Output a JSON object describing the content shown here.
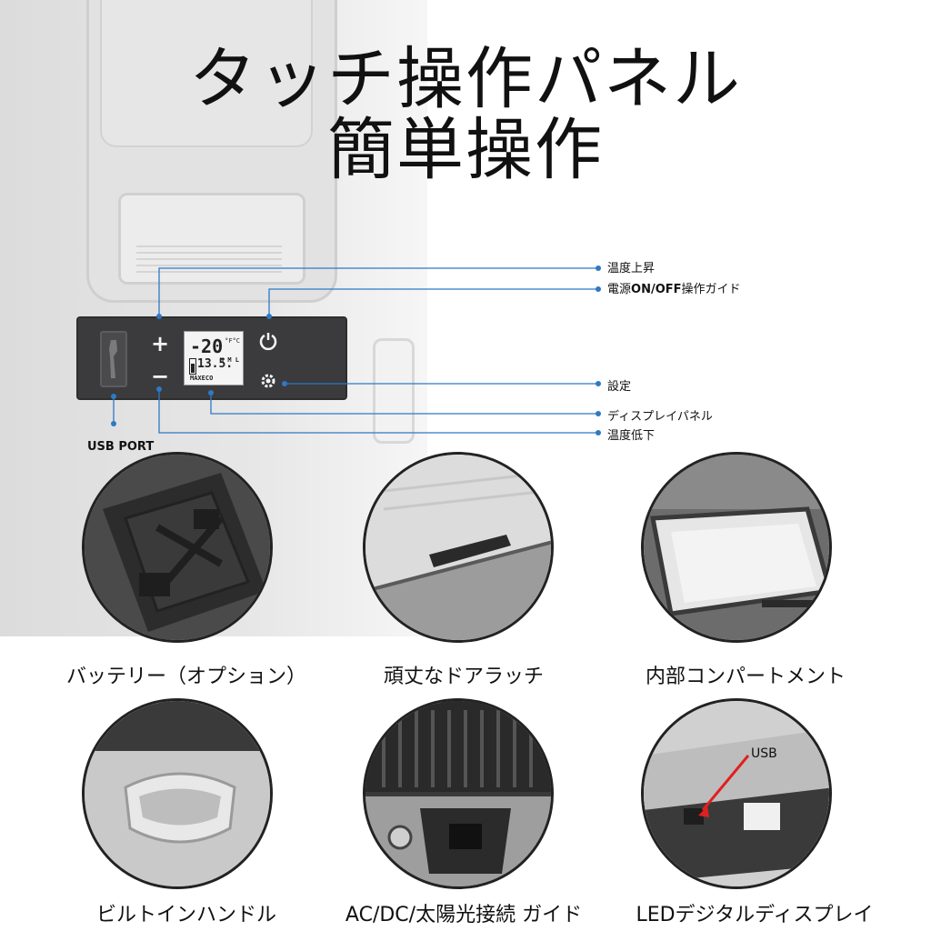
{
  "title": {
    "line1": "タッチ操作パネル",
    "line2": "簡単操作"
  },
  "panel": {
    "plus_symbol": "+",
    "minus_symbol": "−",
    "lcd_temp": "-20",
    "lcd_units": "°F°C",
    "lcd_volt": "13.5.",
    "lcd_hml": "H M L",
    "lcd_mode": "MAXECO",
    "usb_port_label": "USB PORT"
  },
  "callouts": {
    "temp_up": "温度上昇",
    "power_prefix": "電源",
    "power_bold": "ON/OFF",
    "power_suffix": "操作ガイド",
    "settings": "設定",
    "display": "ディスプレイパネル",
    "temp_down": "温度低下"
  },
  "features": [
    {
      "caption": "バッテリー（オプション）"
    },
    {
      "caption": "頑丈なドアラッチ"
    },
    {
      "caption": "内部コンパートメント"
    },
    {
      "caption": "ビルトインハンドル"
    },
    {
      "caption": "AC/DC/太陽光接続 ガイド"
    },
    {
      "caption": "LEDデジタルディスプレイ",
      "inset_label": "USB"
    }
  ],
  "colors": {
    "panel": "#3b3b3d",
    "callout_line": "#2f78c4",
    "arrow_red": "#e02020"
  }
}
